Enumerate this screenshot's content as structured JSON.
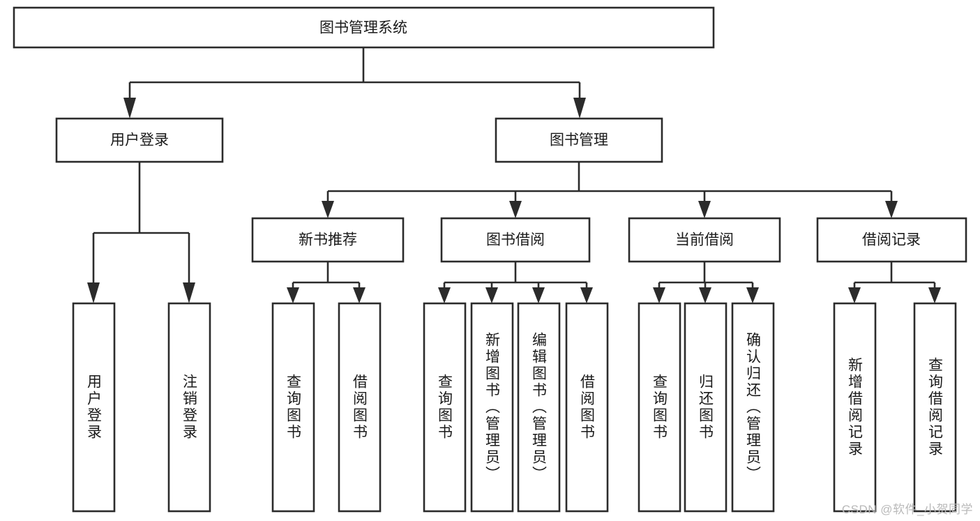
{
  "diagram": {
    "title": "图书管理系统",
    "watermark": "CSDN @软件_小贺同学",
    "colors": {
      "background": "#ffffff",
      "stroke": "#2b2b2b",
      "text": "#1a1a1a",
      "watermark": "#b9b9b9"
    },
    "levels": {
      "root": {
        "label": "图书管理系统"
      },
      "level2": [
        {
          "id": "user-login",
          "label": "用户登录"
        },
        {
          "id": "book-management",
          "label": "图书管理"
        }
      ],
      "level3": [
        {
          "id": "new-book-recommend",
          "label": "新书推荐"
        },
        {
          "id": "book-borrow",
          "label": "图书借阅"
        },
        {
          "id": "current-borrow",
          "label": "当前借阅"
        },
        {
          "id": "borrow-record",
          "label": "借阅记录"
        }
      ],
      "leaves": {
        "user_login": [
          {
            "id": "leaf-user-login",
            "label": "用户登录"
          },
          {
            "id": "leaf-user-logout",
            "label": "注销登录"
          }
        ],
        "new_book_recommend": [
          {
            "id": "leaf-query-book-1",
            "label": "查询图书"
          },
          {
            "id": "leaf-borrow-book-1",
            "label": "借阅图书"
          }
        ],
        "book_borrow": [
          {
            "id": "leaf-query-book-2",
            "label": "查询图书"
          },
          {
            "id": "leaf-add-book",
            "label": "新增图书（管理员）"
          },
          {
            "id": "leaf-edit-book",
            "label": "编辑图书（管理员）"
          },
          {
            "id": "leaf-borrow-book-2",
            "label": "借阅图书"
          }
        ],
        "current_borrow": [
          {
            "id": "leaf-query-book-3",
            "label": "查询图书"
          },
          {
            "id": "leaf-return-book",
            "label": "归还图书"
          },
          {
            "id": "leaf-confirm-return",
            "label": "确认归还（管理员）"
          }
        ],
        "borrow_record": [
          {
            "id": "leaf-add-record",
            "label": "新增借阅记录"
          },
          {
            "id": "leaf-query-record",
            "label": "查询借阅记录"
          }
        ]
      }
    }
  }
}
